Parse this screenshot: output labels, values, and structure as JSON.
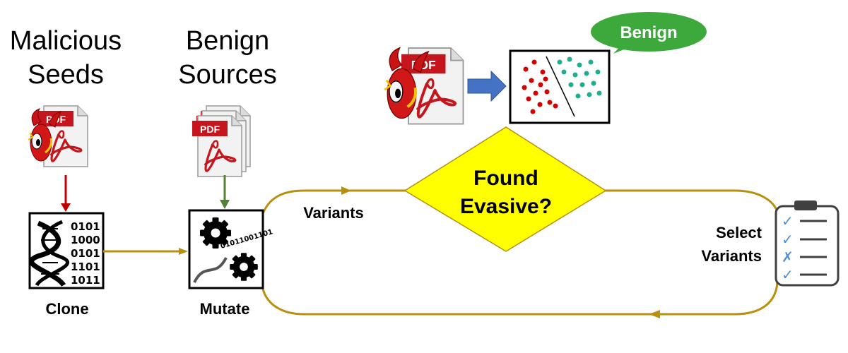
{
  "seeds": {
    "line1": "Malicious",
    "line2": "Seeds"
  },
  "sources": {
    "line1": "Benign",
    "line2": "Sources"
  },
  "pdf_badge": "PDF",
  "clone": {
    "label": "Clone",
    "binary": [
      "0101",
      "1000",
      "0101",
      "1101",
      "1011"
    ]
  },
  "mutate": {
    "label": "Mutate",
    "binary": "01011001101"
  },
  "variants_label": "Variants",
  "decision": {
    "line1": "Found",
    "line2": "Evasive?"
  },
  "select": {
    "line1": "Select",
    "line2": "Variants"
  },
  "classifier": {
    "verdict": "Benign"
  },
  "checklist": [
    "✓",
    "✓",
    "✗",
    "✓"
  ],
  "colors": {
    "loop": "#B8900E",
    "red_arrow": "#C00000",
    "green_arrow": "#548235",
    "blue_arrow": "#4472C4",
    "decision_fill": "#FFFF00",
    "bubble": "#3DA93D",
    "malicious_dot": "#D40000",
    "benign_dot": "#1FAF8F",
    "pdf_red": "#C4161C"
  }
}
